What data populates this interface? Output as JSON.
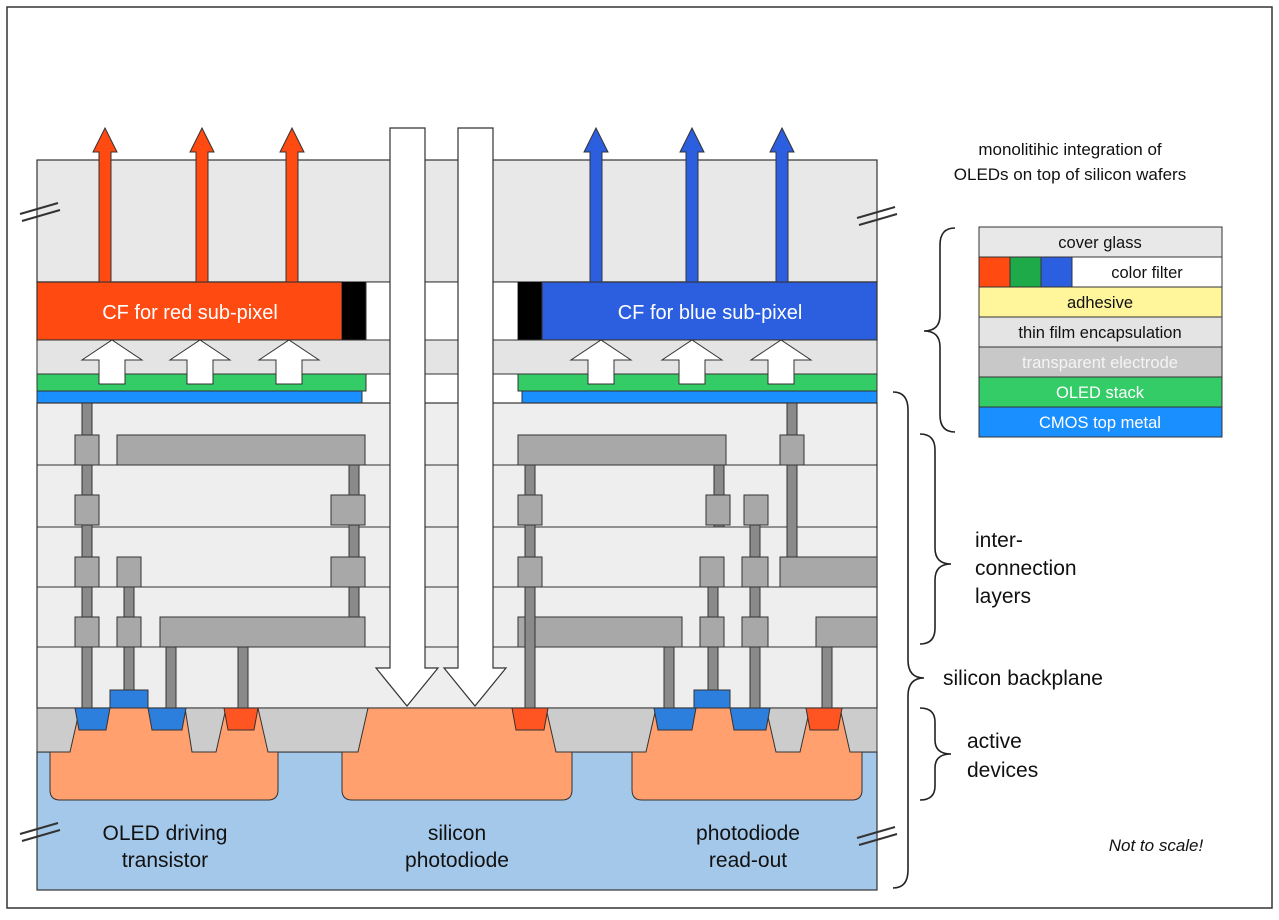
{
  "title_lines": [
    "monolitihic integration of",
    "OLEDs on top of silicon wafers"
  ],
  "color_filters": {
    "red": "CF for red sub-pixel",
    "blue": "CF for blue sub-pixel"
  },
  "legend": {
    "cover_glass": "cover glass",
    "color_filter": "color filter",
    "adhesive": "adhesive",
    "thin_film_encapsulation": "thin film encapsulation",
    "transparent_electrode": "transparent electrode",
    "oled_stack": "OLED stack",
    "cmos_top_metal": "CMOS top metal"
  },
  "side_labels": {
    "interconnection": [
      "inter-",
      "connection",
      "layers"
    ],
    "silicon_backplane": "silicon backplane",
    "active_devices": [
      "active",
      "devices"
    ]
  },
  "device_labels": {
    "oled_driving": [
      "OLED driving",
      "transistor"
    ],
    "silicon_photodiode": [
      "silicon",
      "photodiode"
    ],
    "photodiode_readout": [
      "photodiode",
      "read-out"
    ]
  },
  "note": "Not to scale!",
  "colors": {
    "cover_glass": "#e8e8e8",
    "red": "#ff4a12",
    "green": "#1faa4a",
    "blue": "#2b5fe0",
    "adhesive": "#fff59a",
    "transparent_electrode": "#c8c8c8",
    "oled_stack": "#33cc66",
    "cmos_top_metal": "#1a8fff",
    "interconnect_bg": "#eeeeee",
    "metal": "#a8a8a8",
    "via": "#8a8a8a",
    "substrate": "#a4c8ea",
    "doped": "#ffa06e",
    "n_plus": "#2d7fdd",
    "p_plus": "#ff5522",
    "oxide": "#cccccc"
  }
}
